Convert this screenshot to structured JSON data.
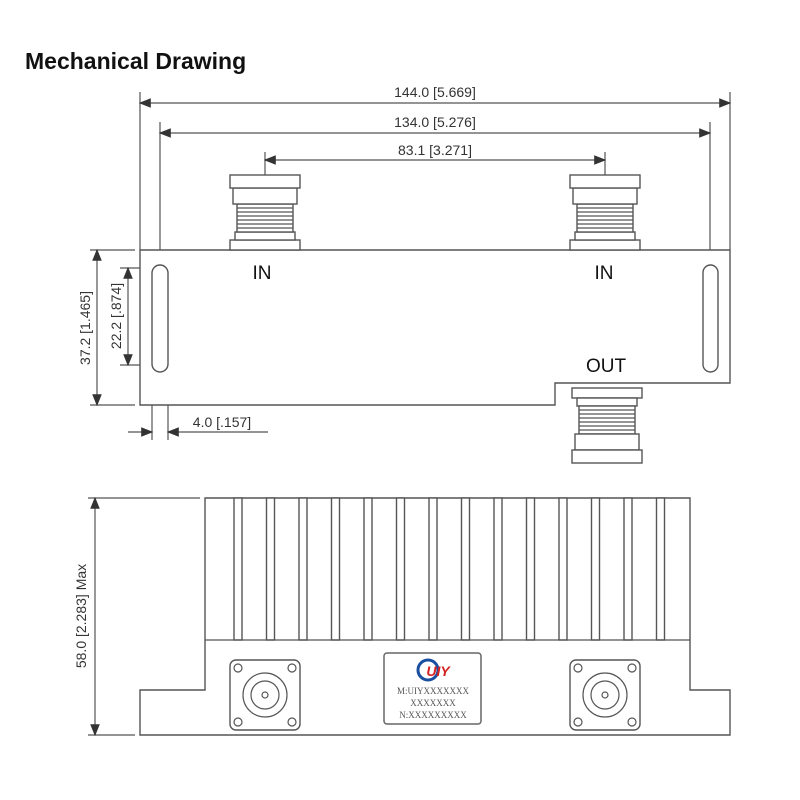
{
  "title": "Mechanical Drawing",
  "top_view": {
    "dims": {
      "overall_length": "144.0 [5.669]",
      "mounting_span": "134.0 [5.276]",
      "connector_spacing": "83.1 [3.271]",
      "height": "37.2 [1.465]",
      "slot_length": "22.2 [.874]",
      "slot_offset": "4.0 [.157]"
    },
    "ports": {
      "in_left": "IN",
      "in_right": "IN",
      "out": "OUT"
    }
  },
  "front_view": {
    "dims": {
      "max_height": "58.0 [2.283] Max"
    },
    "label": {
      "logo": "UIY",
      "line1": "M:UIYXXXXXXX",
      "line2": "XXXXXXX",
      "line3": "N:XXXXXXXXX"
    }
  },
  "colors": {
    "line": "#555555",
    "logo_blue": "#1a4fa0",
    "logo_red": "#d42020"
  }
}
